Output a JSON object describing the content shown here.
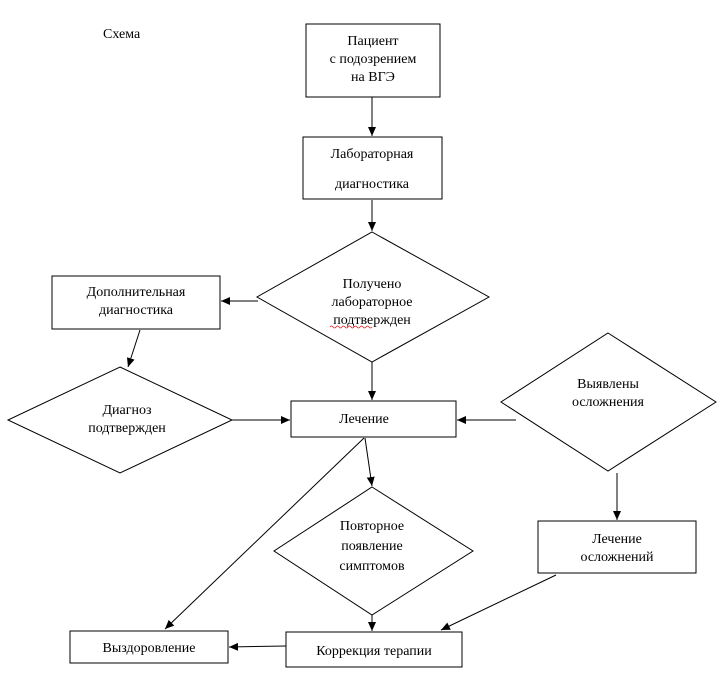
{
  "caption": "Схема",
  "nodes": {
    "patient": [
      "Пациент",
      "с подозрением",
      "на ВГЭ"
    ],
    "lab": [
      "Лабораторная",
      "диагностика"
    ],
    "lab_confirmed": [
      "Получено",
      "лабораторное",
      "подтвержден"
    ],
    "extra_diag": [
      "Дополнительная",
      "диагностика"
    ],
    "diag_confirmed": [
      "Диагноз",
      "подтвержден"
    ],
    "treatment": [
      "Лечение"
    ],
    "complications": [
      "Выявлены",
      "осложнения"
    ],
    "compl_treatment": [
      "Лечение",
      "осложнений"
    ],
    "recurrence": [
      "Повторное",
      "появление",
      "симптомов"
    ],
    "correction": [
      "Коррекция терапии"
    ],
    "recovery": [
      "Выздоровление"
    ]
  }
}
